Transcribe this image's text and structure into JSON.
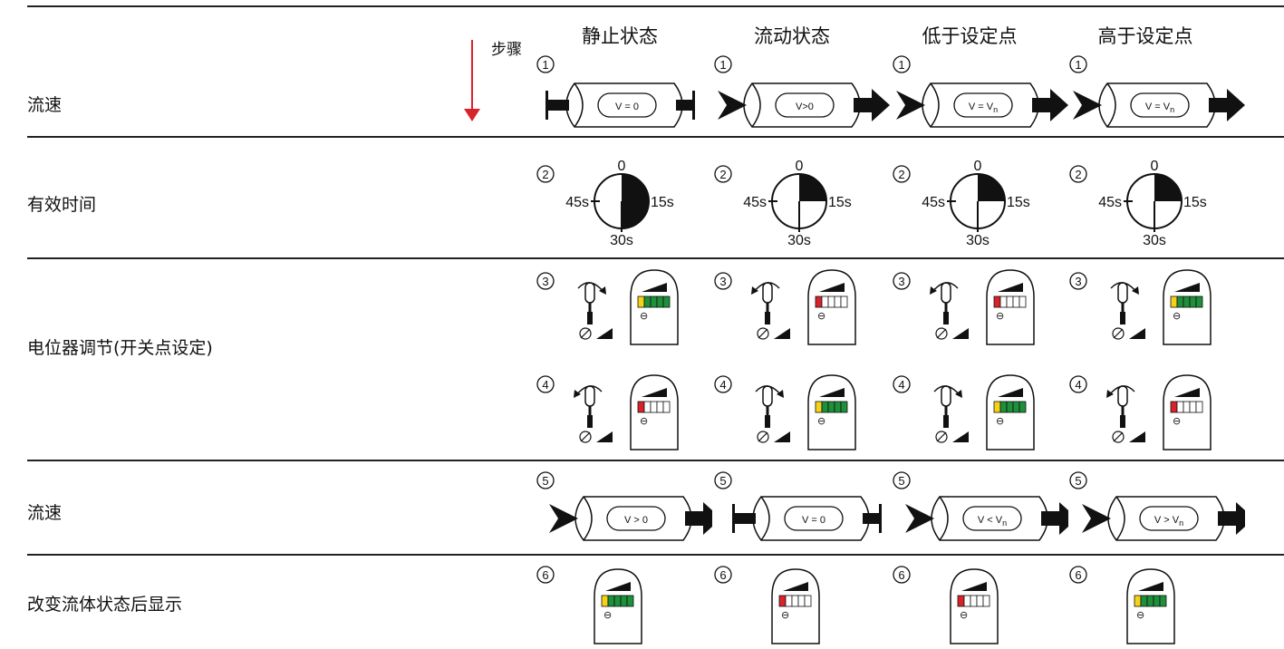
{
  "colors": {
    "arrow": "#d8232a",
    "green": "#1e8f3a",
    "yellow": "#f5d21a",
    "red": "#d8232a",
    "ink": "#111111"
  },
  "step_label": "步骤",
  "columns": [
    "静止状态",
    "流动状态",
    "低于设定点",
    "高于设定点"
  ],
  "rows": {
    "flow1": "流速",
    "time": "有效时间",
    "pot": "电位器调节(开关点设定)",
    "flow2": "流速",
    "display": "改变流体状态后显示"
  },
  "steps": [
    "1",
    "2",
    "3",
    "4",
    "5",
    "6"
  ],
  "flow_top": [
    {
      "label": "V = 0",
      "sub": "",
      "arrows": false
    },
    {
      "label": "V>0",
      "sub": "",
      "arrows": true
    },
    {
      "label": "V = V",
      "sub": "n",
      "arrows": true
    },
    {
      "label": "V = V",
      "sub": "n",
      "arrows": true
    }
  ],
  "flow_bottom": [
    {
      "label": "V > 0",
      "sub": "",
      "arrows": true
    },
    {
      "label": "V = 0",
      "sub": "",
      "arrows": false
    },
    {
      "label": "V < V",
      "sub": "n",
      "arrows": true
    },
    {
      "label": "V > V",
      "sub": "n",
      "arrows": true
    }
  ],
  "timer": {
    "top": "0",
    "right": "15s",
    "bottom": "30s",
    "left": "45s",
    "fills": [
      0.5,
      0.25,
      0.25,
      0.25
    ]
  },
  "pot3": [
    {
      "rotate": "cw",
      "bars": [
        "yellow",
        "green",
        "green",
        "green",
        "green"
      ]
    },
    {
      "rotate": "ccw",
      "bars": [
        "red",
        "white",
        "white",
        "white",
        "white"
      ]
    },
    {
      "rotate": "ccw",
      "bars": [
        "red",
        "white",
        "white",
        "white",
        "white"
      ]
    },
    {
      "rotate": "cw",
      "bars": [
        "yellow",
        "green",
        "green",
        "green",
        "green"
      ]
    }
  ],
  "pot4": [
    {
      "rotate": "ccw",
      "bars": [
        "red",
        "white",
        "white",
        "white",
        "white"
      ]
    },
    {
      "rotate": "cw",
      "bars": [
        "yellow",
        "green",
        "green",
        "green",
        "green"
      ]
    },
    {
      "rotate": "cw",
      "bars": [
        "yellow",
        "green",
        "green",
        "green",
        "green"
      ]
    },
    {
      "rotate": "ccw",
      "bars": [
        "red",
        "white",
        "white",
        "white",
        "white"
      ]
    }
  ],
  "display6": [
    {
      "bars": [
        "yellow",
        "green",
        "green",
        "green",
        "green"
      ]
    },
    {
      "bars": [
        "red",
        "white",
        "white",
        "white",
        "white"
      ]
    },
    {
      "bars": [
        "red",
        "white",
        "white",
        "white",
        "white"
      ]
    },
    {
      "bars": [
        "yellow",
        "green",
        "green",
        "green",
        "green"
      ]
    }
  ]
}
